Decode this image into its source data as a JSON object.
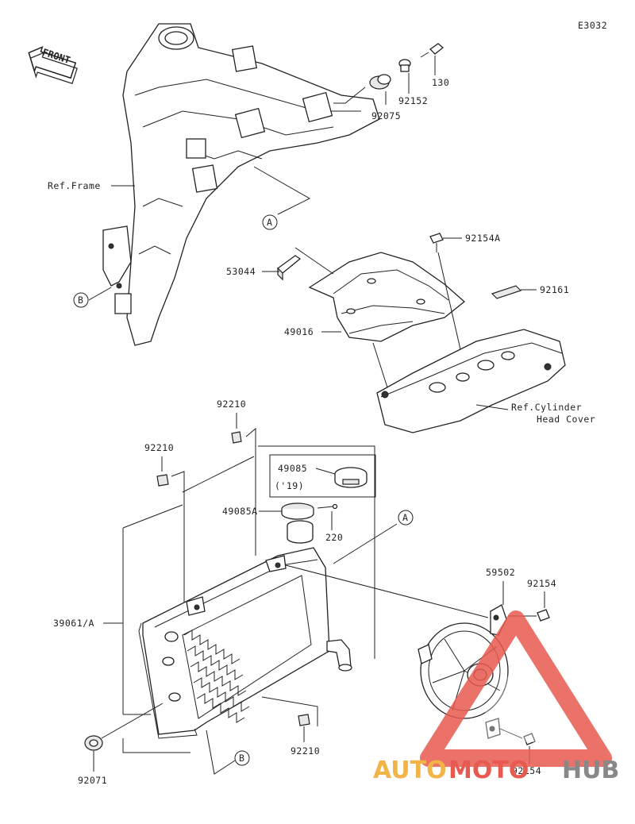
{
  "diagram_code": "E3032",
  "front_label": "FRONT",
  "labels": {
    "ref_frame": "Ref.Frame",
    "ref_head_cover_1": "Ref.Cylinder",
    "ref_head_cover_2": "Head Cover",
    "p130": "130",
    "p92152": "92152",
    "p92075": "92075",
    "p92154A": "92154A",
    "p92161": "92161",
    "p53044": "53044",
    "p49016": "49016",
    "p92210_top": "92210",
    "p92210_left": "92210",
    "p92210_bottom": "92210",
    "p49085": "49085",
    "p49085_year": "('19)",
    "p49085A": "49085A",
    "p220": "220",
    "p39061A": "39061/A",
    "p59502": "59502",
    "p92154_top": "92154",
    "p92154_bottom": "92154",
    "p92071": "92071"
  },
  "callouts": {
    "a_top": "A",
    "a_mid": "A",
    "b_left": "B",
    "b_bottom": "B"
  },
  "watermark": {
    "part1": "AUTO",
    "part2": "MOTO",
    "part3": "HUB",
    "color_auto": "#f2b347",
    "color_moto": "#e85a4f",
    "color_hub": "#888888"
  }
}
